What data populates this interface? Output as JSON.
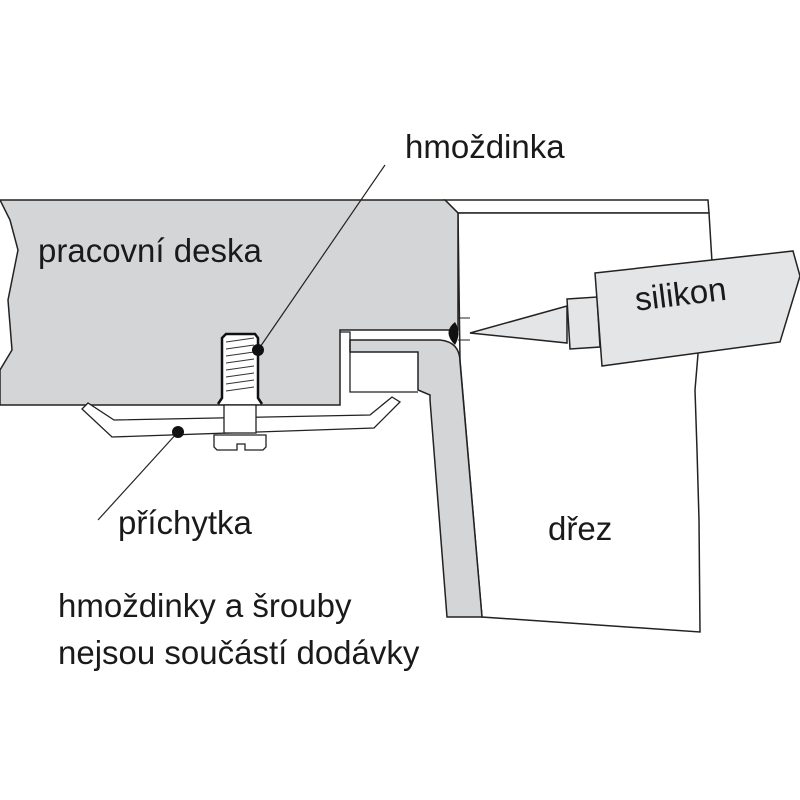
{
  "labels": {
    "worktop": "pracovní deska",
    "dowel": "hmoždinka",
    "silicone": "silikon",
    "clip": "příchytka",
    "sink": "dřez",
    "note_line1": "hmoždinky a šrouby",
    "note_line2": "nejsou součástí dodávky"
  },
  "colors": {
    "gray_fill": "#d4d5d7",
    "line": "#222222"
  }
}
